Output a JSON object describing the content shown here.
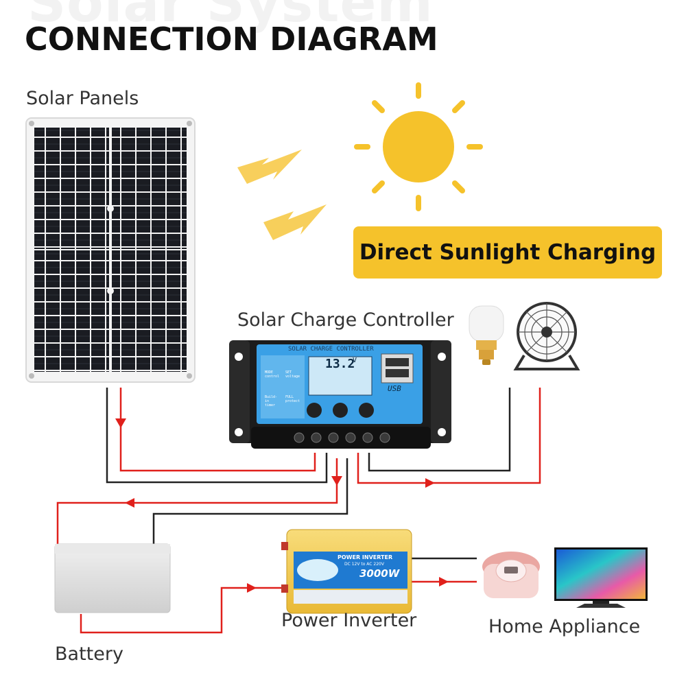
{
  "header": {
    "background_title": "Solar System",
    "title": "CONNECTION DIAGRAM"
  },
  "badge": {
    "text": "Direct Sunlight Charging"
  },
  "labels": {
    "solar_panels": "Solar Panels",
    "charge_controller": "Solar Charge Controller",
    "power_inverter": "Power Inverter",
    "home_appliance": "Home Appliance",
    "battery": "Battery"
  },
  "controller": {
    "header_text": "SOLAR CHARGE CONTROLLER",
    "voltage_reading": "13.2",
    "voltage_unit": "V",
    "usb_label": "USB",
    "button_labels": [
      "MODE control",
      "SET voltage",
      "Build-in timer",
      "FULL protect"
    ]
  },
  "inverter": {
    "line1": "POWER INVERTER",
    "line2": "DC 12V to AC 220V",
    "power_rating": "3000W"
  },
  "colors": {
    "accent_yellow": "#f5c22b",
    "wire_red": "#e0201b",
    "wire_black": "#222222",
    "controller_blue": "#3aa0e6",
    "inverter_gold": "#f2c94c"
  }
}
